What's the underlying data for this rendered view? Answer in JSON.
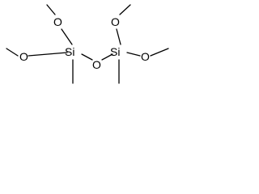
{
  "molecule": {
    "atoms": {
      "o_top_left": "O",
      "o_mid_left": "O",
      "si_left": "Si",
      "o_bridge": "O",
      "si_right": "Si",
      "o_top_right": "O",
      "o_mid_right": "O"
    }
  },
  "colors": {
    "bond": "#000000",
    "label": "#000000",
    "background": "#ffffff"
  }
}
